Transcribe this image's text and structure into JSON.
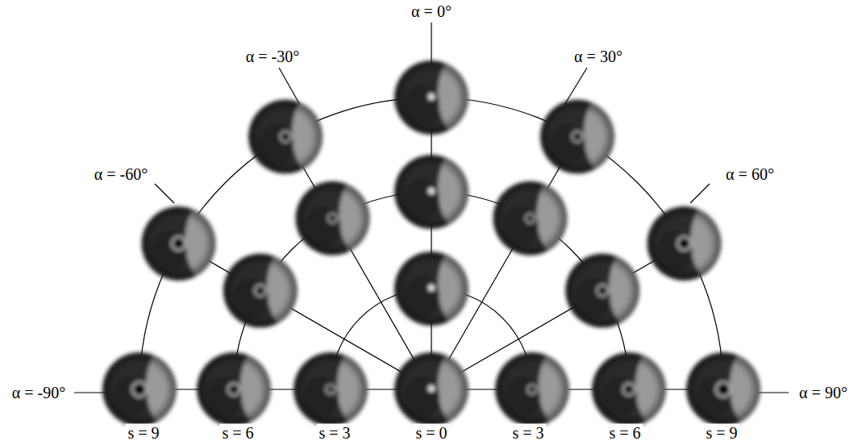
{
  "diagram": {
    "labels": [
      "α = 0°",
      "α = -30°",
      "α = 30°",
      "α = -60°",
      "α = 60°",
      "α = -90°",
      "α = 90°",
      "s = 9",
      "s = 6",
      "s = 3",
      "s = 0",
      "s = 3",
      "s = 6",
      "s = 9"
    ]
  }
}
